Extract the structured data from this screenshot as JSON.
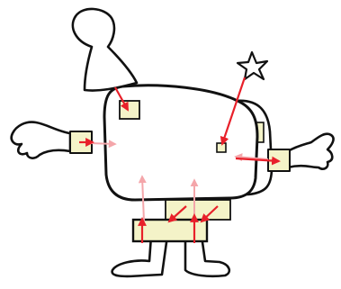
{
  "colors": {
    "outline": "#111111",
    "fill": "#ffffff",
    "block_fill": "#f4f3c8",
    "arrow_solid": "#e8202a",
    "arrow_faded": "#f4a6aa"
  },
  "figure": {
    "parts": [
      "keyhole-hat",
      "star",
      "body",
      "back-panel",
      "left-arm",
      "right-arm",
      "legs",
      "belt"
    ],
    "blocks": [
      "hat-block",
      "small-block",
      "left-hand-block",
      "right-hand-block",
      "top-waist-block",
      "lower-waist-block",
      "back-block"
    ],
    "arrows_solid": 7,
    "arrows_faded": 5
  }
}
